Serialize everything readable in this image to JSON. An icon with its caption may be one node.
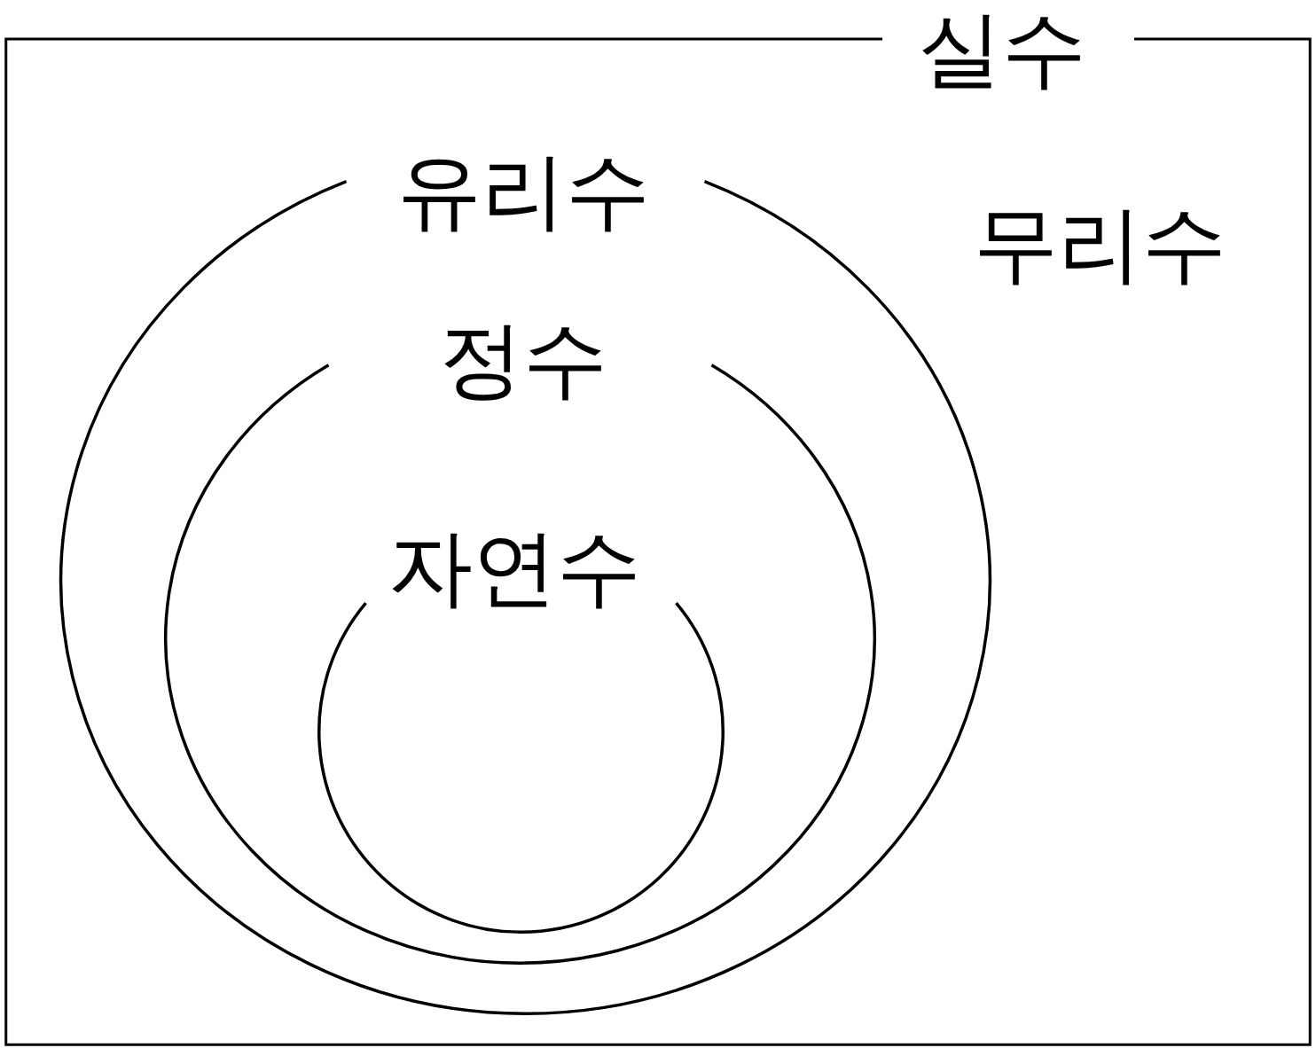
{
  "diagram": {
    "nodes": [
      {
        "text": [
          "실수"
        ]
      },
      {
        "text": [
          "유리수"
        ],
        "in": 0
      },
      {
        "text": [
          "정수"
        ],
        "in": 1
      },
      {
        "text": [
          "자연수"
        ],
        "in": 2
      }
    ],
    "labels": [
      "무리수"
    ]
  }
}
